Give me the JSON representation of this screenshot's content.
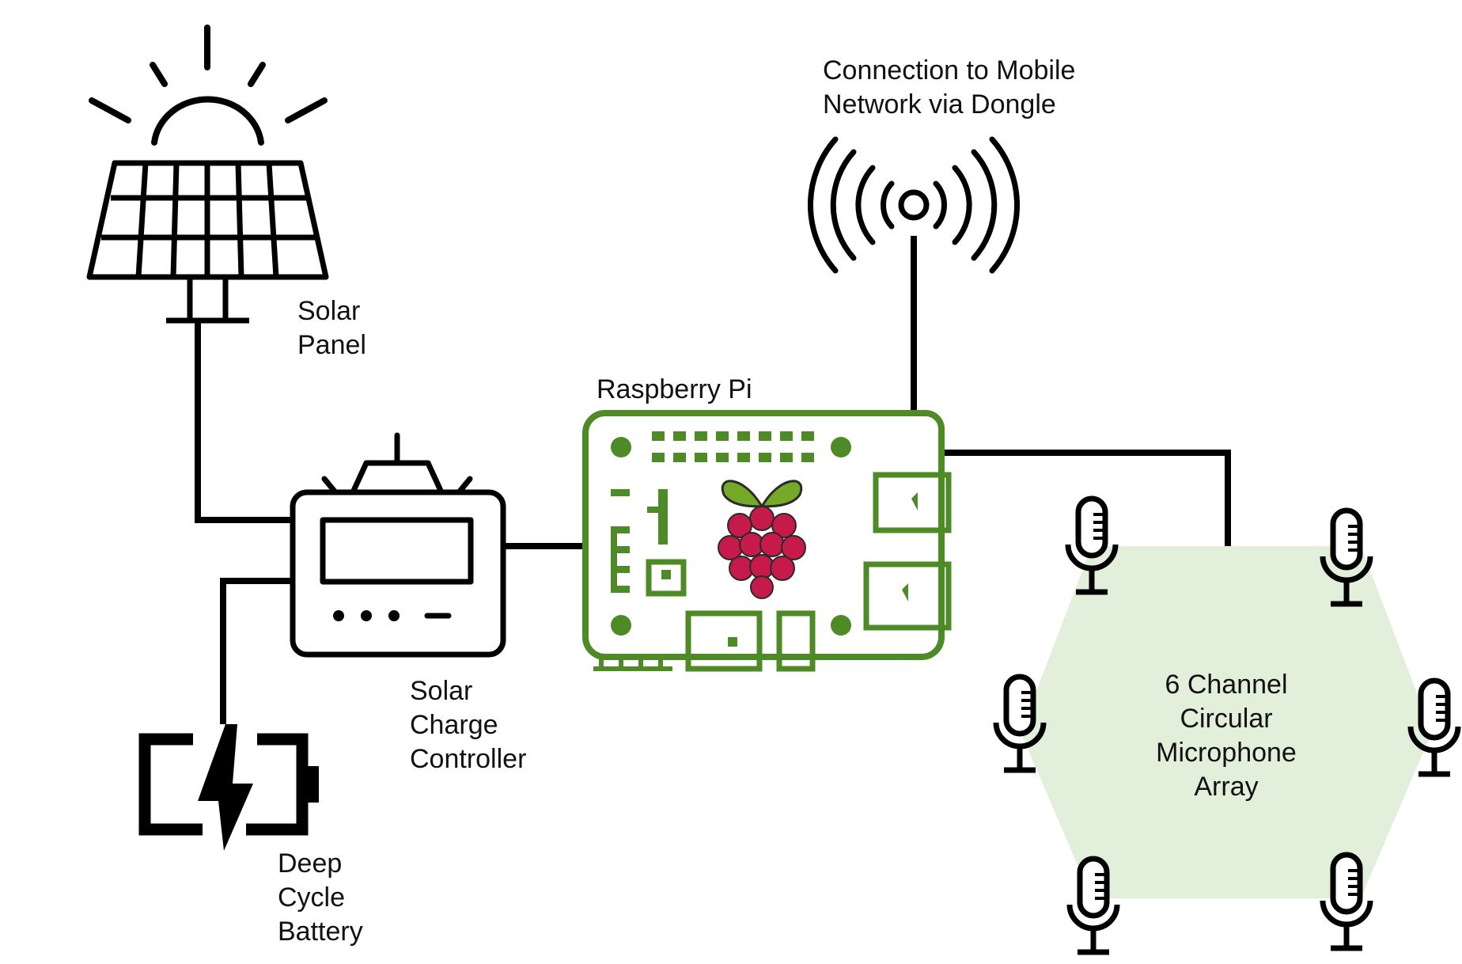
{
  "labels": {
    "solar_panel": "Solar\nPanel",
    "connection": "Connection to Mobile\nNetwork via Dongle",
    "raspberry_pi": "Raspberry Pi",
    "charge_controller": "Solar\nCharge\nController",
    "battery": "Deep\nCycle\nBattery",
    "mic_array": "6 Channel\nCircular\nMicrophone\nArray"
  },
  "icons": {
    "solar_panel": "solar-panel-icon",
    "sun": "sun-icon",
    "antenna": "antenna-icon",
    "raspberry_pi": "raspberry-pi-board-icon",
    "controller": "charge-controller-icon",
    "battery": "battery-icon",
    "microphone": "microphone-icon"
  },
  "colors": {
    "line": "#000000",
    "pi_green": "#4e8a25",
    "hex_fill": "#e2efda",
    "raspberry_red": "#c51a4a",
    "leaf_green": "#75a928"
  }
}
